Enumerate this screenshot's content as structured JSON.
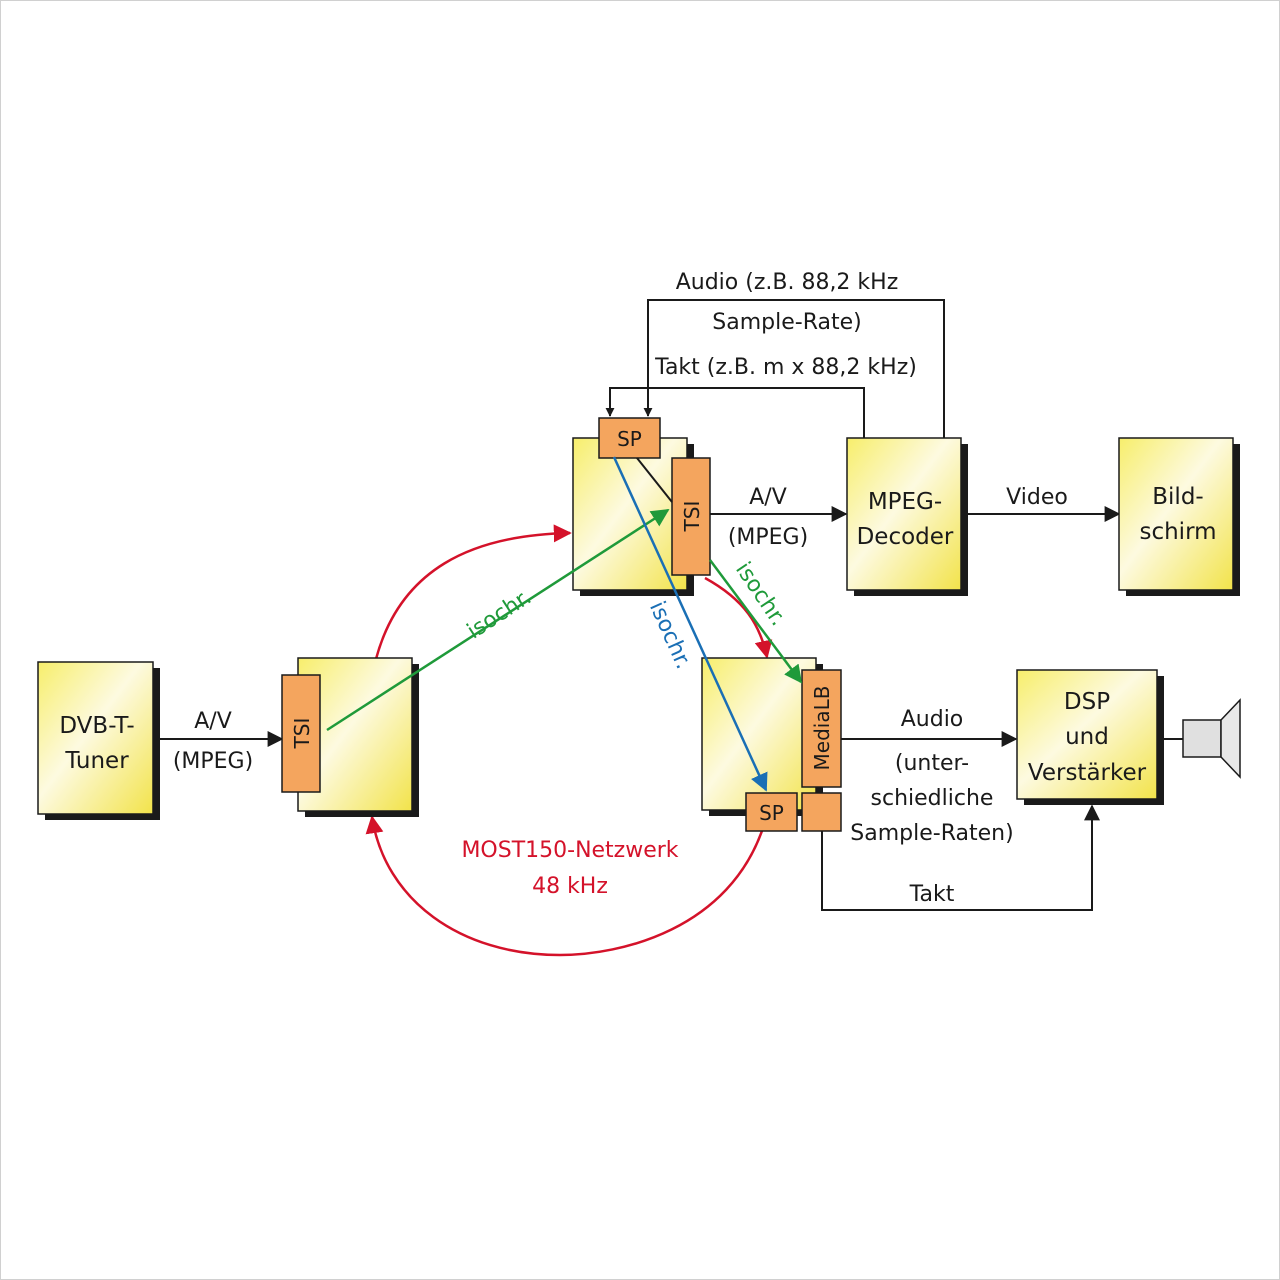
{
  "colors": {
    "block_fill": "#f7ee6b",
    "block_highlight": "#fdfae0",
    "component_fill": "#f4a55e",
    "network_red": "#d4122a",
    "isochronous_green": "#1f9a3a",
    "isochronous_blue": "#1a6fb5",
    "line_black": "#1a1a1a"
  },
  "blocks": {
    "tuner_line1": "DVB-T-",
    "tuner_line2": "Tuner",
    "decoder_line1": "MPEG-",
    "decoder_line2": "Decoder",
    "screen_line1": "Bild-",
    "screen_line2": "schirm",
    "dsp_line1": "DSP",
    "dsp_line2": "und",
    "dsp_line3": "Verstärker"
  },
  "components": {
    "tsi": "TSI",
    "sp": "SP",
    "medialb": "MediaLB"
  },
  "labels": {
    "av": "A/V",
    "mpeg": "(MPEG)",
    "video": "Video",
    "audio_top_line1": "Audio (z.B. 88,2 kHz",
    "audio_top_line2": "Sample-Rate)",
    "takt_top": "Takt (z.B. m x 88,2 kHz)",
    "audio_right_line1": "Audio",
    "audio_right_line2": "(unter-",
    "audio_right_line3": "schiedliche",
    "audio_right_line4": "Sample-Raten)",
    "takt_bottom": "Takt",
    "isochr": "isochr."
  },
  "network": {
    "name": "MOST150-Netzwerk",
    "rate": "48 kHz"
  },
  "icons": {
    "speaker": "speaker-icon"
  }
}
